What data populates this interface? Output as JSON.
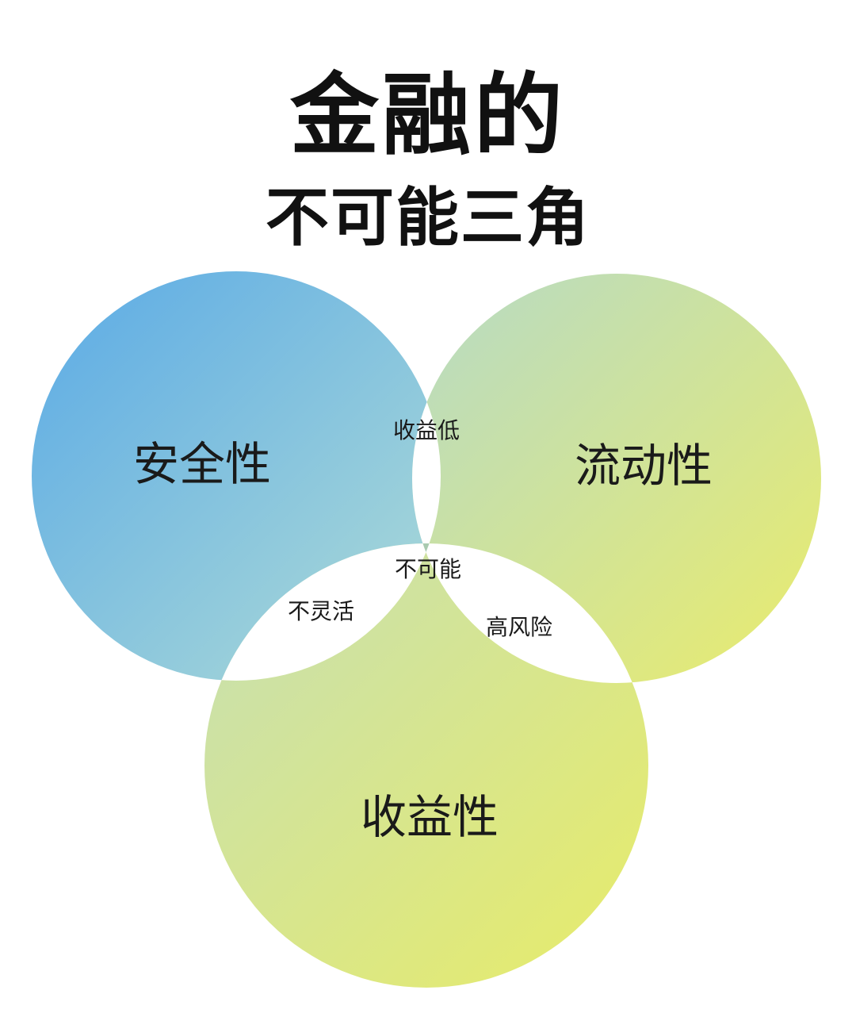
{
  "title": {
    "line1": "金融的",
    "line2": "不可能三角"
  },
  "circles": {
    "safety": "安全性",
    "liquidity": "流动性",
    "returns": "收益性"
  },
  "overlaps": {
    "safety_liquidity": "收益低",
    "safety_returns": "不灵活",
    "liquidity_returns": "高风险",
    "all_three": "不可能"
  },
  "colors": {
    "safety_start": "#5aaae6",
    "safety_end": "#b0dcd6",
    "liquidity_start": "#b6dac6",
    "liquidity_end": "#eaec6c",
    "returns_start": "#c6dfb4",
    "returns_end": "#e8ec68",
    "center": "#a9cab0"
  }
}
